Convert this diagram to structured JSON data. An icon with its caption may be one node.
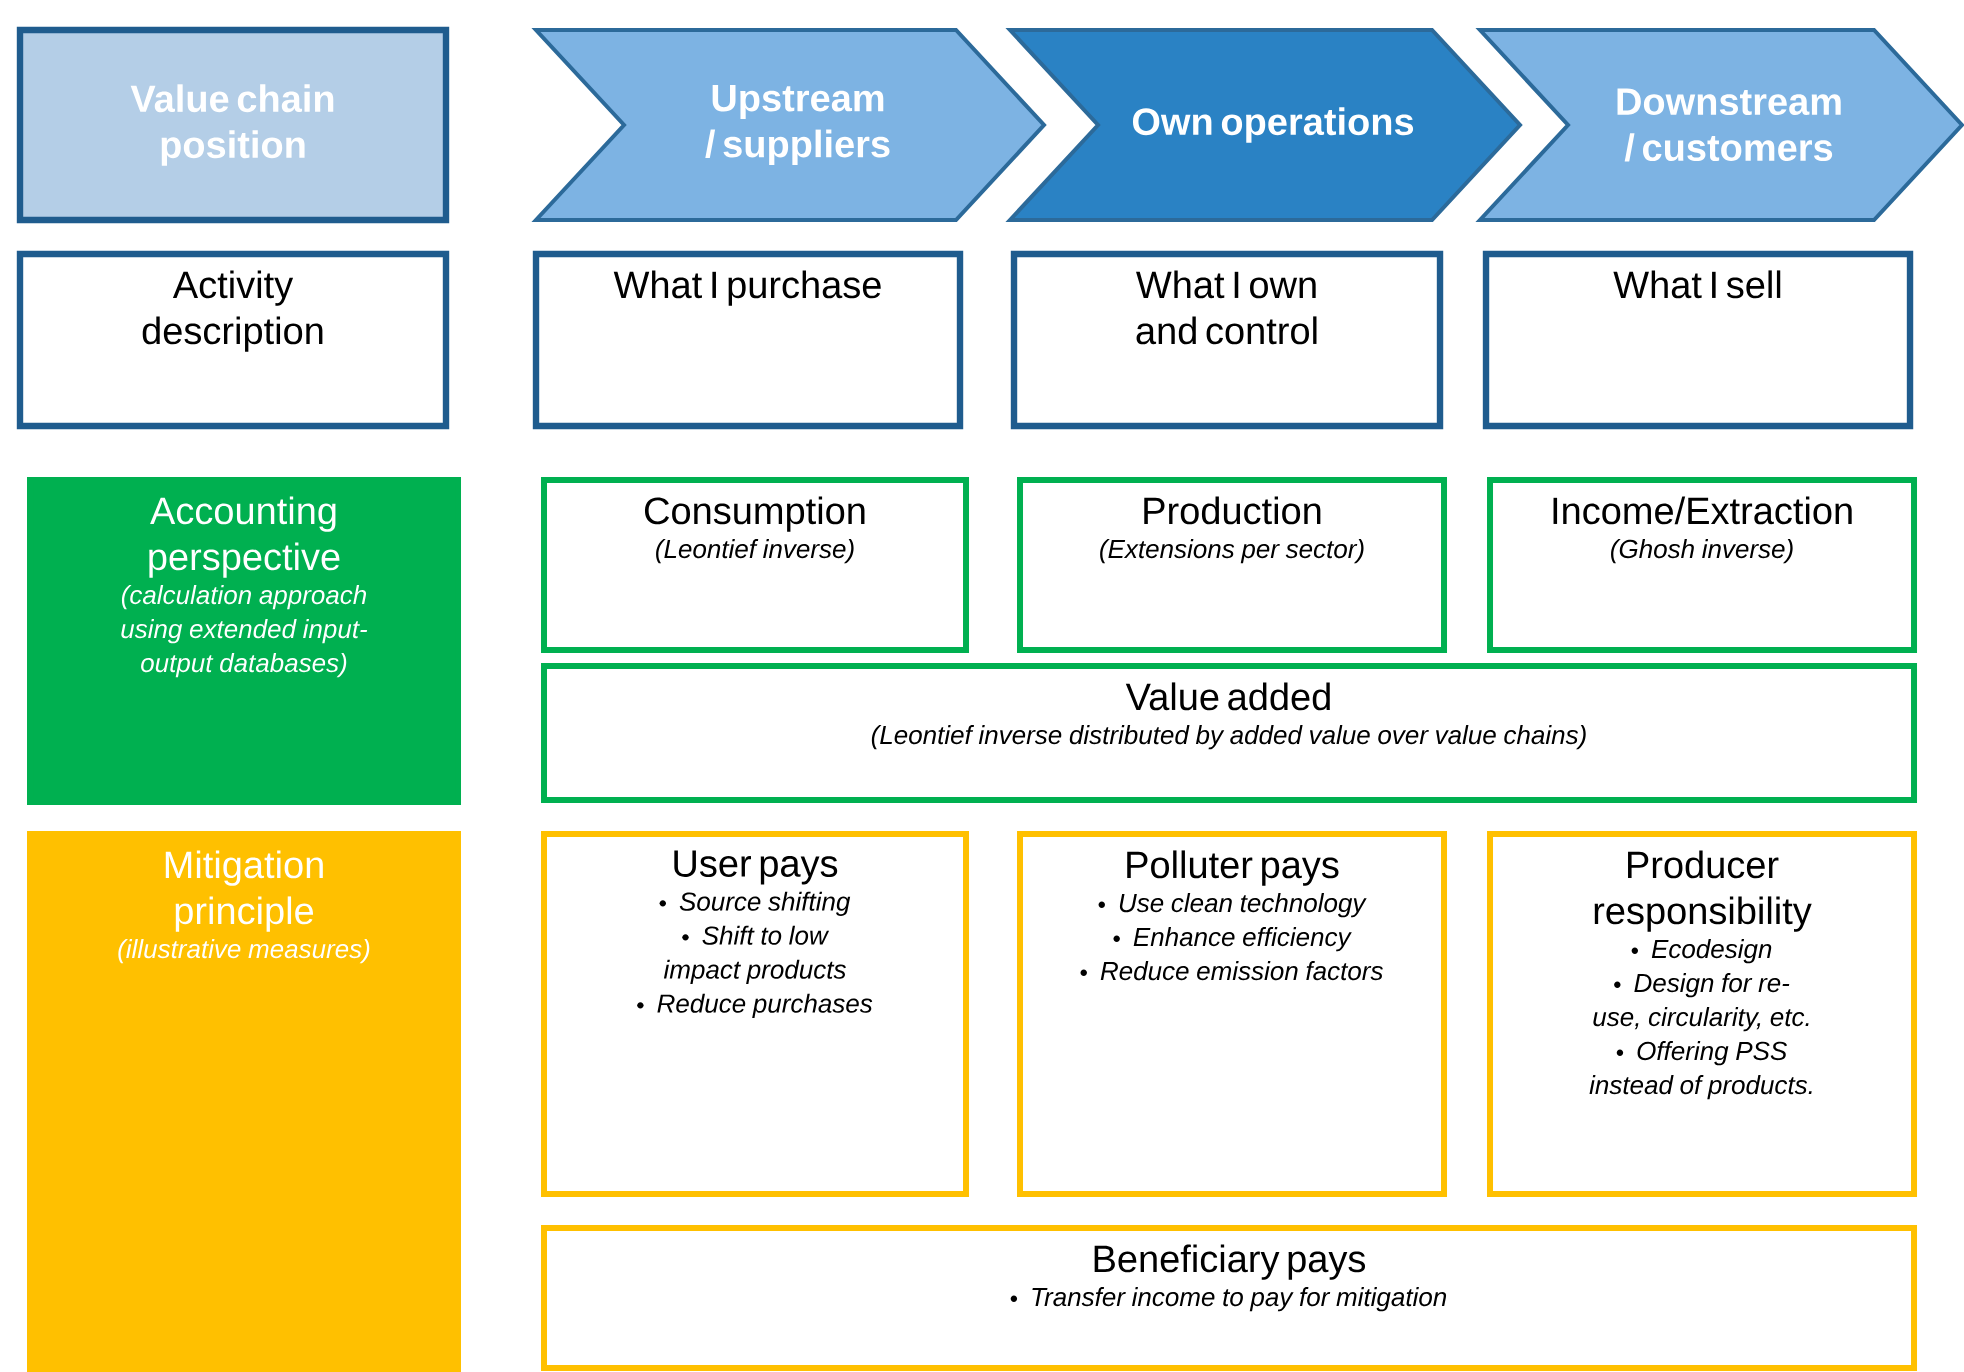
{
  "diagram": {
    "nodes": [
      {
        "text": [
          "Value chain position"
        ]
      },
      {
        "text": [
          "Upstream / suppliers"
        ]
      },
      {
        "text": [
          "Own operations"
        ]
      },
      {
        "text": [
          "Downstream / customers"
        ]
      },
      {
        "text": [
          "Activity description"
        ]
      },
      {
        "text": [
          "What I purchase"
        ]
      },
      {
        "text": [
          "What I own and control"
        ]
      },
      {
        "text": [
          "What I sell"
        ]
      },
      {
        "text": [
          "Accounting perspective",
          "(calculation approach using extended input-output databases)"
        ]
      },
      {
        "text": [
          "Consumption",
          "(Leontief inverse)"
        ]
      },
      {
        "text": [
          "Production",
          "(Extensions per sector)"
        ]
      },
      {
        "text": [
          "Income/Extraction",
          "(Ghosh inverse)"
        ]
      },
      {
        "text": [
          "Value added",
          "(Leontief inverse distributed by added value over value chains)"
        ]
      },
      {
        "text": [
          "Mitigation principle",
          "(illustrative measures)"
        ]
      },
      {
        "text": [
          "User pays",
          "Source shifting",
          "Shift to low impact products",
          "Reduce purchases"
        ]
      },
      {
        "text": [
          "Polluter pays",
          "Use clean technology",
          "Enhance efficiency",
          "Reduce emission factors"
        ]
      },
      {
        "text": [
          "Producer responsibility",
          "Ecodesign",
          "Design for re-use, circularity, etc.",
          "Offering PSS instead of products."
        ]
      },
      {
        "text": [
          "Beneficiary pays",
          "Transfer income to pay for mitigation"
        ]
      }
    ]
  }
}
